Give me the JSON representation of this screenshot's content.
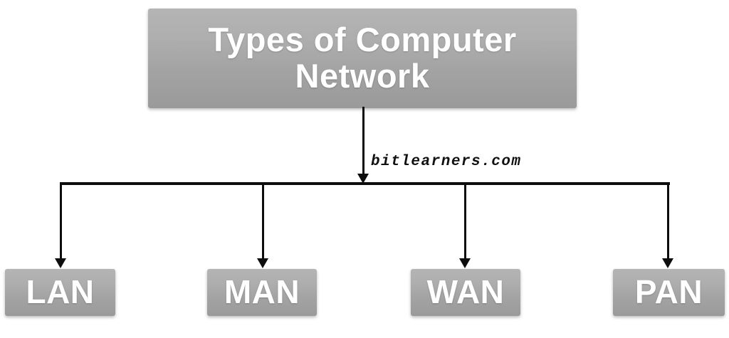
{
  "diagram": {
    "title": "Types of Computer Network",
    "background_color": "#ffffff",
    "node_fill_top": "#b4b4b4",
    "node_fill_bottom": "#9a9a9a",
    "node_text_color": "#ffffff",
    "connector_color": "#0d0d0d",
    "root": {
      "label": "Types of Computer Network",
      "line1": "Types of Computer",
      "line2": "Network"
    },
    "leaves": [
      {
        "label": "LAN"
      },
      {
        "label": "MAN"
      },
      {
        "label": "WAN"
      },
      {
        "label": "PAN"
      }
    ]
  },
  "watermark": {
    "text": "bitlearners.com"
  }
}
